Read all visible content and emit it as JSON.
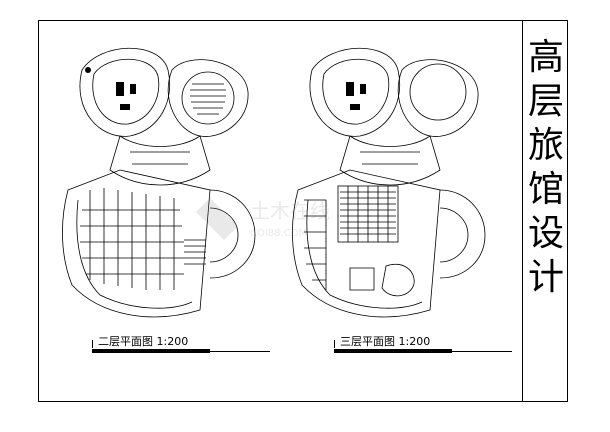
{
  "sheet_title": [
    "高",
    "层",
    "旅",
    "馆",
    "设",
    "计"
  ],
  "plans": [
    {
      "caption": "二层平面图 1:200"
    },
    {
      "caption": "三层平面图 1:200"
    }
  ],
  "watermark": {
    "text": "土木在线",
    "subtext": "COI88.COM"
  }
}
